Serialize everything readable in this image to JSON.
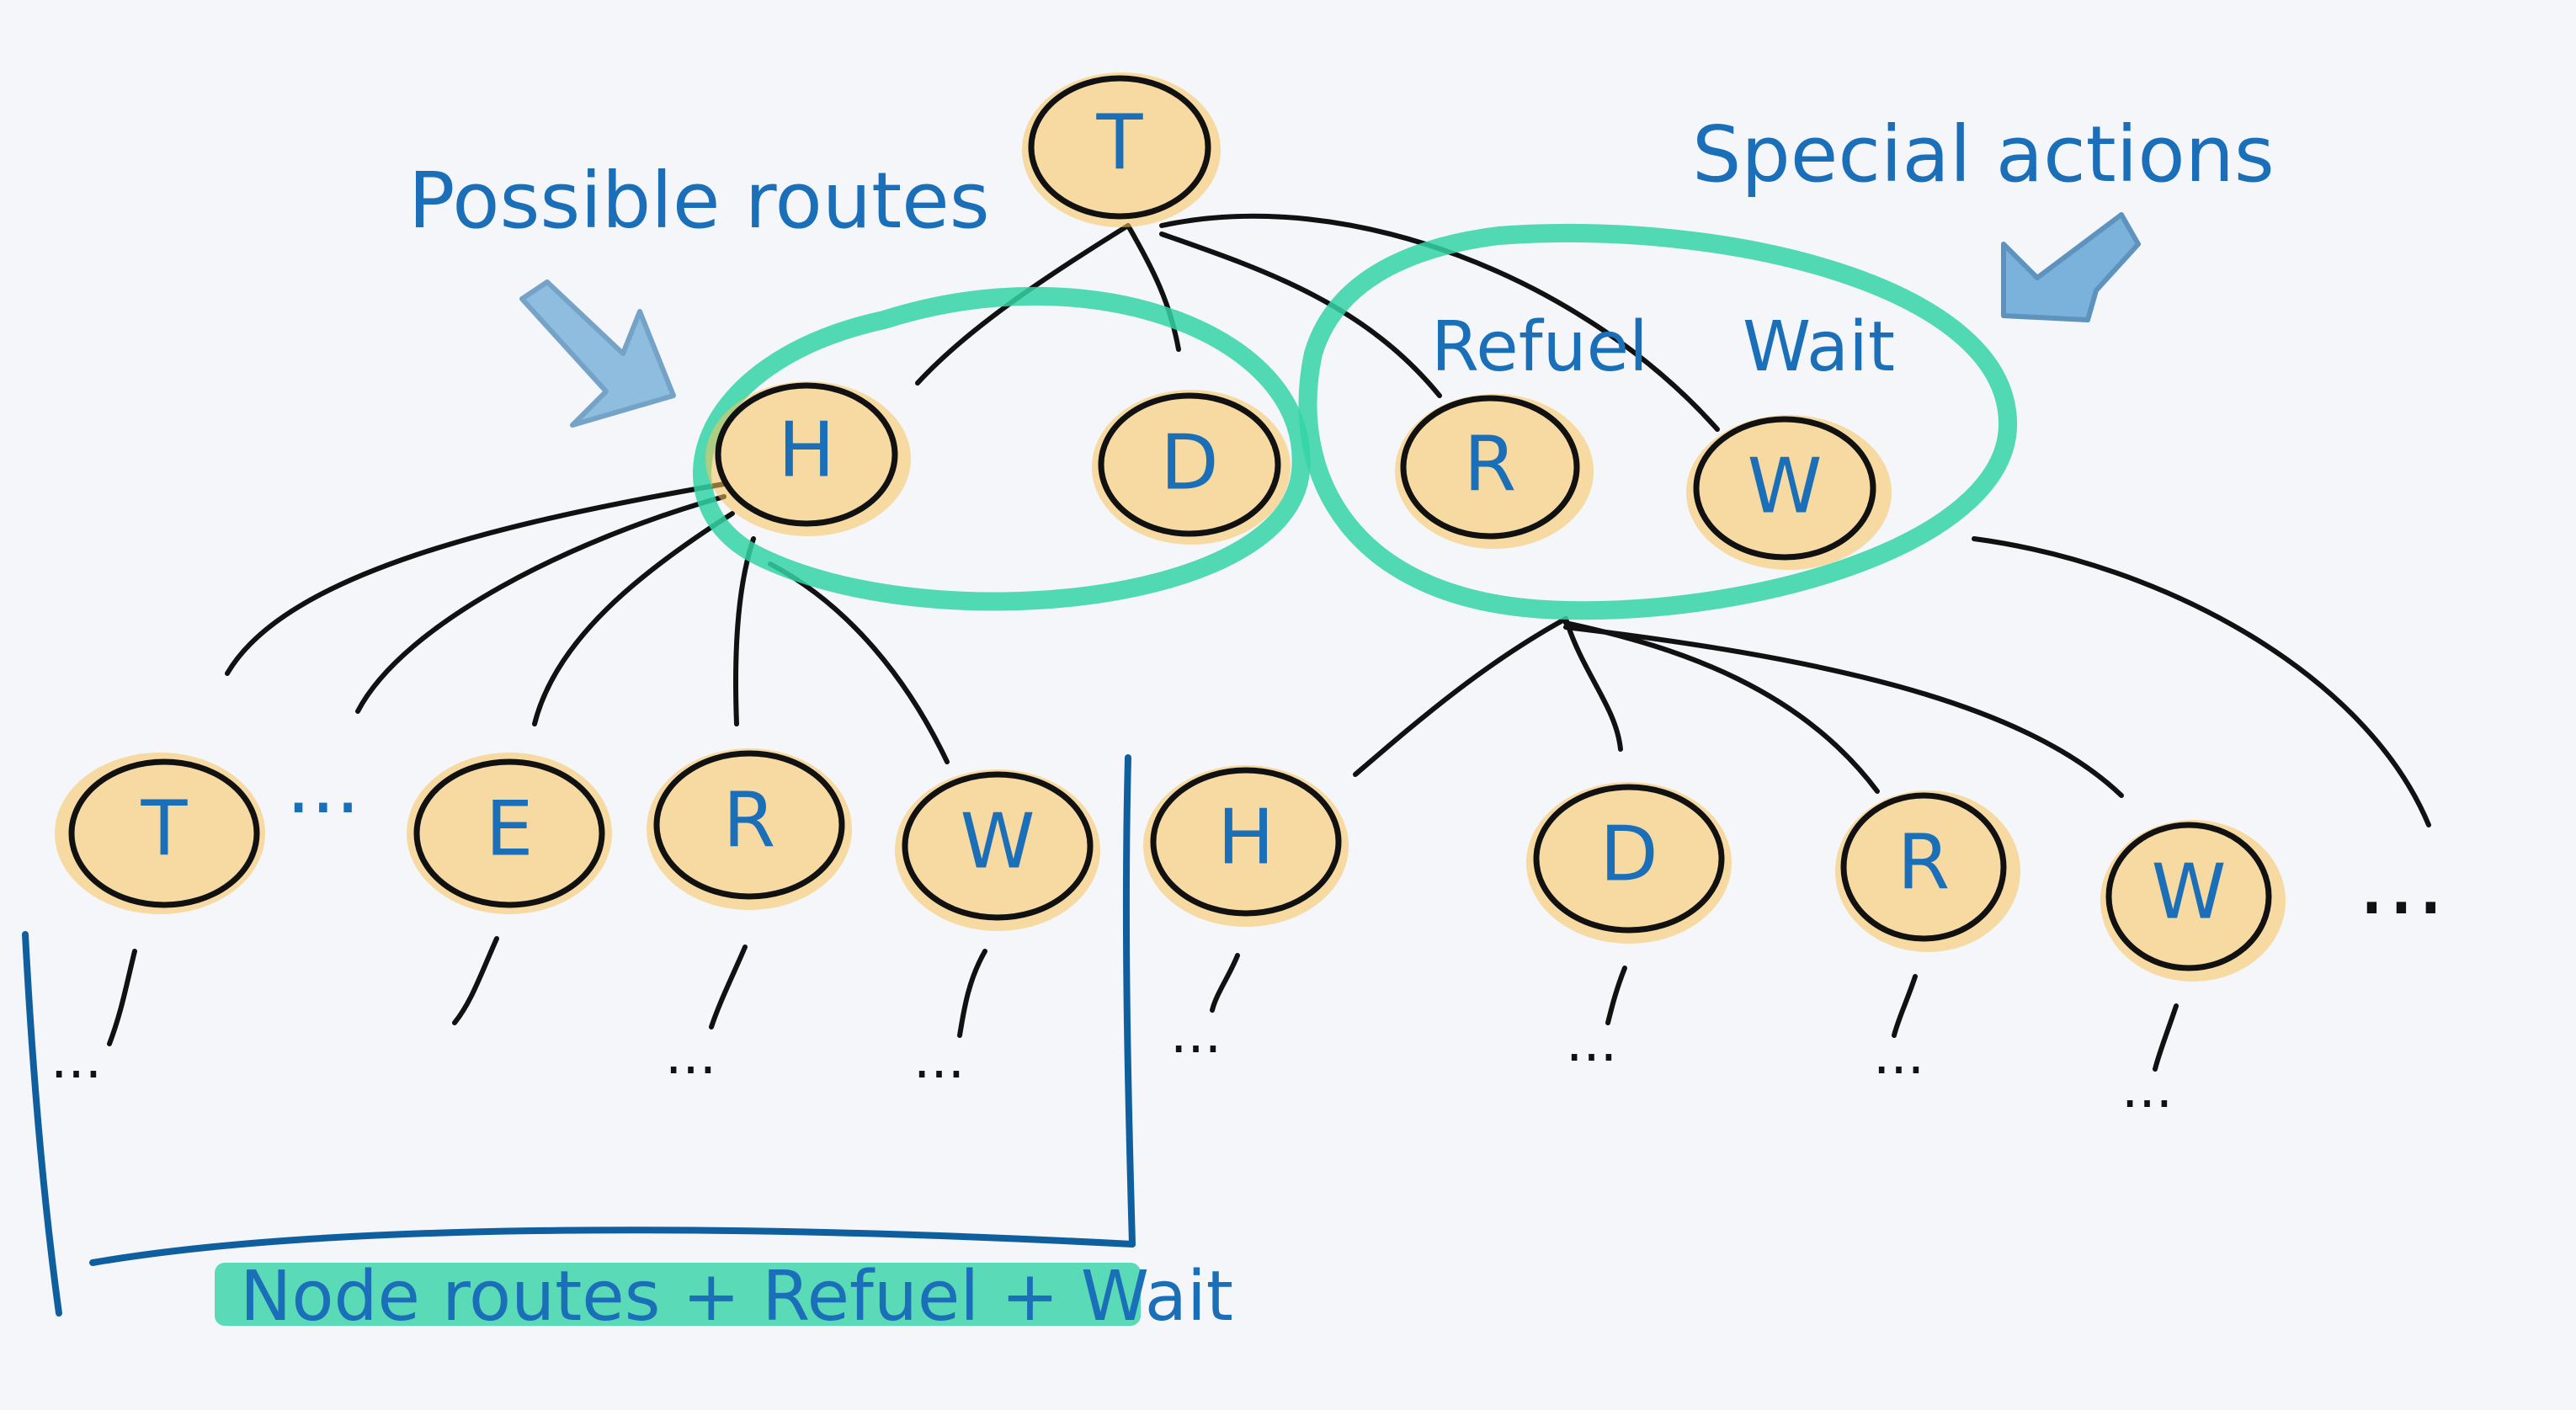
{
  "annotations": {
    "possible_routes": "Possible routes",
    "special_actions": "Special actions",
    "refuel": "Refuel",
    "wait": "Wait",
    "bottom_label": "Node routes + Refuel + Wait"
  },
  "ellipsis": {
    "level2_between_t_e": "...",
    "level2_right_end": "...",
    "leaf": "..."
  },
  "nodes": {
    "root": "T",
    "level1": [
      "H",
      "D",
      "R",
      "W"
    ],
    "level2_left": [
      "T",
      "E",
      "R",
      "W"
    ],
    "level2_right": [
      "H",
      "D",
      "R",
      "W"
    ]
  },
  "colors": {
    "ink": "#111111",
    "label_blue": "#1a6fb8",
    "highlight_teal": "#34d3a6",
    "node_glow": "#f7c35a",
    "bracket_blue": "#0f5f9e"
  }
}
